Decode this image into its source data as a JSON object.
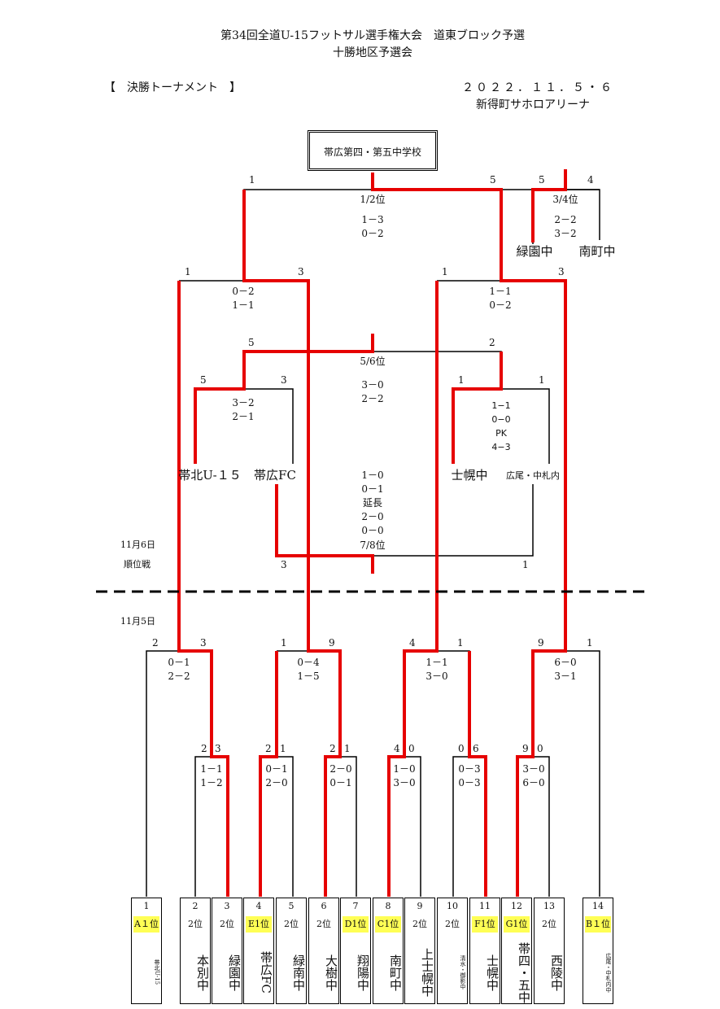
{
  "header": {
    "title1": "第34回全道U-15フットサル選手権大会　道東ブロック予選",
    "title2": "十勝地区予選会",
    "section": "【　決勝トーナメント　】",
    "date": "２０２２．１１．５・６",
    "venue": "新得町サホロアリーナ",
    "venue_box": "帯広第四・第五中学校"
  },
  "labels": {
    "day2": "11月6日",
    "day2_sub": "順位戦",
    "day1": "11月5日",
    "rank_1_2": "1/2位",
    "rank_3_4": "3/4位",
    "rank_5_6": "5/6位",
    "rank_7_8": "7/8位"
  },
  "matches": {
    "final": {
      "left": "1",
      "right": "5",
      "score": "1－3\n0－2"
    },
    "third": {
      "left": "5",
      "right": "4",
      "score": "2－2\n3－2",
      "team_a": "緑園中",
      "team_b": "南町中"
    },
    "sf1": {
      "left": "1",
      "right": "3",
      "score": "0－2\n1－1"
    },
    "sf2": {
      "left": "1",
      "right": "3",
      "score": "1－1\n0－2"
    },
    "fifth": {
      "left": "5",
      "right": "2",
      "score": "3－0\n2－2"
    },
    "cl1": {
      "left": "5",
      "right": "3",
      "score": "3－2\n2－1",
      "team_a": "帯北U-１５",
      "team_b": "帯広FC"
    },
    "cl2": {
      "left": "1",
      "right": "1",
      "score": "1−1\n0−0\nPK\n4−3",
      "team_a": "士幌中",
      "team_b": "広尾・中札内"
    },
    "seventh": {
      "left": "3",
      "right": "1",
      "score": "1－0\n0－1\n延長\n2－0\n0－0"
    },
    "qf1": {
      "left": "2",
      "right": "3",
      "score": "0－1\n2－2"
    },
    "qf2": {
      "left": "1",
      "right": "9",
      "score": "0－4\n1－5"
    },
    "qf3": {
      "left": "4",
      "right": "1",
      "score": "1－1\n3－0"
    },
    "qf4": {
      "left": "9",
      "right": "1",
      "score": "6－0\n3－1"
    },
    "r1a": {
      "left": "2",
      "right": "3",
      "score": "1－1\n1－2"
    },
    "r1b": {
      "left": "2",
      "right": "1",
      "score": "0－1\n2－0"
    },
    "r1c": {
      "left": "2",
      "right": "1",
      "score": "2－0\n0－1"
    },
    "r1d": {
      "left": "4",
      "right": "0",
      "score": "1－0\n3－0"
    },
    "r1e": {
      "left": "0",
      "right": "6",
      "score": "0－3\n0－3"
    },
    "r1f": {
      "left": "9",
      "right": "0",
      "score": "3－0\n6－0"
    }
  },
  "teams": [
    {
      "num": "1",
      "rank": "A１位",
      "name": "帯北U-15",
      "hl": true,
      "small": true
    },
    {
      "num": "2",
      "rank": "2位",
      "name": "本別中",
      "hl": false
    },
    {
      "num": "3",
      "rank": "2位",
      "name": "緑園中",
      "hl": false
    },
    {
      "num": "4",
      "rank": "E1位",
      "name": "帯広FC",
      "hl": true
    },
    {
      "num": "5",
      "rank": "2位",
      "name": "緑南中",
      "hl": false
    },
    {
      "num": "6",
      "rank": "2位",
      "name": "大樹中",
      "hl": false
    },
    {
      "num": "7",
      "rank": "D1位",
      "name": "翔陽中",
      "hl": true
    },
    {
      "num": "8",
      "rank": "C1位",
      "name": "南町中",
      "hl": true
    },
    {
      "num": "9",
      "rank": "2位",
      "name": "上士幌中",
      "hl": false
    },
    {
      "num": "10",
      "rank": "2位",
      "name": "清水・御影中",
      "hl": false,
      "small": true
    },
    {
      "num": "11",
      "rank": "F1位",
      "name": "士幌中",
      "hl": true
    },
    {
      "num": "12",
      "rank": "G1位",
      "name": "帯四・五中",
      "hl": true
    },
    {
      "num": "13",
      "rank": "2位",
      "name": "西陵中",
      "hl": false
    },
    {
      "num": "14",
      "rank": "B１位",
      "name": "広尾・中札内中",
      "hl": true,
      "small": true
    }
  ],
  "colors": {
    "winner": "#e60000",
    "line": "#000000",
    "highlight": "#ffff55"
  }
}
